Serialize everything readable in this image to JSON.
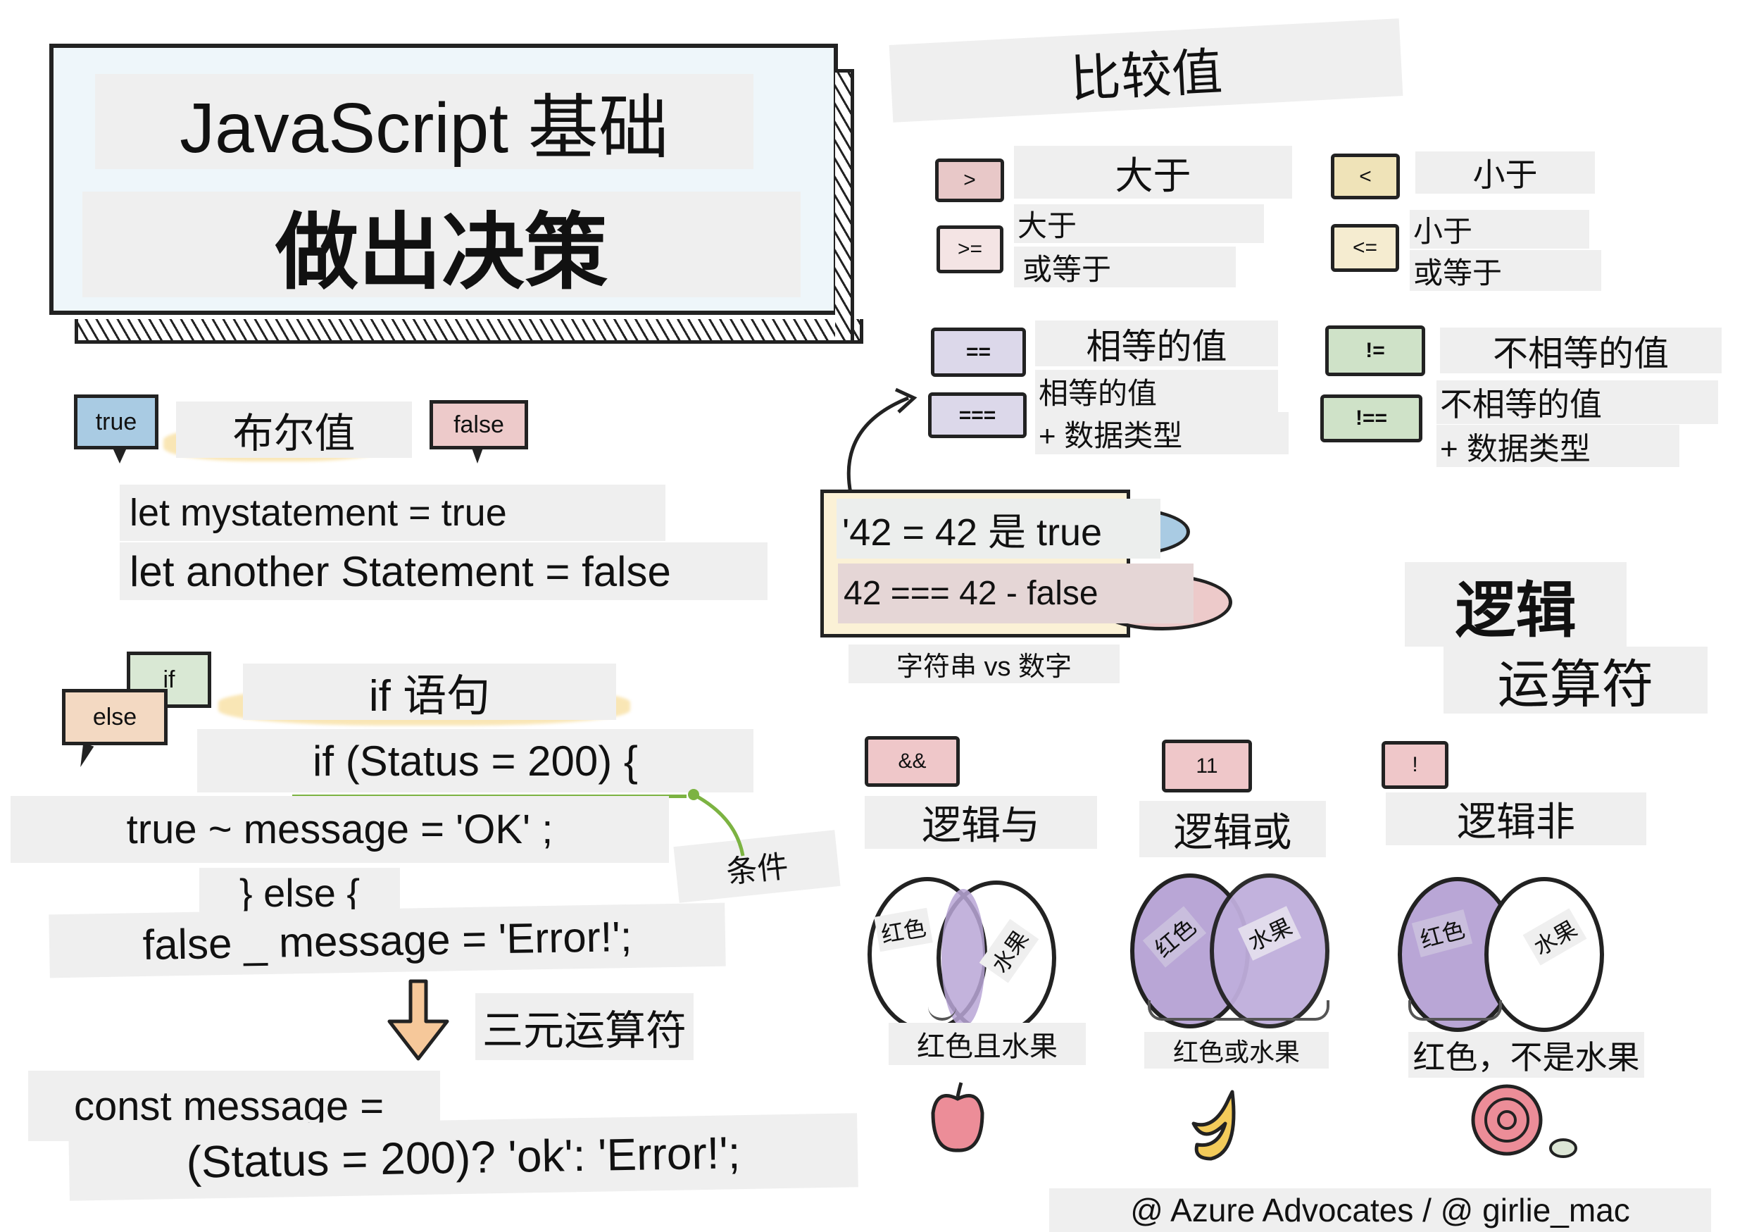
{
  "title": {
    "line1": "JavaScript 基础",
    "line2": "做出决策"
  },
  "booleans": {
    "heading": "布尔值",
    "true_bubble": "true",
    "false_bubble": "false",
    "code": [
      "let mystatement = true",
      "let another Statement = false"
    ]
  },
  "if_statement": {
    "heading": "if 语句",
    "if_bubble": "if",
    "else_bubble": "else",
    "code": [
      "if (Status = 200) {",
      "true ~ message = 'OK' ;",
      "} else {",
      "false _ message = 'Error!';"
    ],
    "condition_label": "条件"
  },
  "ternary": {
    "heading": "三元运算符",
    "code": [
      "const message =",
      "(Status = 200)? 'ok': 'Error!';"
    ]
  },
  "comparison": {
    "heading": "比较值",
    "operators": [
      {
        "symbol": ">",
        "label": "大于",
        "color": "#e8c8c8"
      },
      {
        "symbol": "<",
        "label": "小于",
        "color": "#efe3b8"
      },
      {
        "symbol": ">=",
        "label": "大于\n或等于",
        "label_a": "大于",
        "label_b": "或等于",
        "color": "#e8c8c8"
      },
      {
        "symbol": "<=",
        "label_a": "小于",
        "label_b": "或等于",
        "color": "#efe3b8"
      },
      {
        "symbol": "==",
        "label": "相等的值",
        "color": "#dcd8ea"
      },
      {
        "symbol": "!=",
        "label": "不相等的值",
        "color": "#cfe2c8"
      },
      {
        "symbol": "===",
        "label_a": "相等的值",
        "label_b": "+ 数据类型",
        "color": "#dcd8ea"
      },
      {
        "symbol": "!==",
        "label_a": "不相等的值",
        "label_b": "+ 数据类型",
        "color": "#cfe2c8"
      }
    ],
    "examples": [
      "'42 = 42 是 true",
      "42 === 42 - false"
    ],
    "examples_caption": "字符串 vs 数字"
  },
  "logic": {
    "heading_a": "逻辑",
    "heading_b": "运算符",
    "operators": [
      {
        "symbol": "&&",
        "label": "逻辑与",
        "set_a": "红色",
        "set_b": "水果",
        "result": "红色且水果",
        "example": "apple"
      },
      {
        "symbol": "11",
        "label": "逻辑或",
        "set_a": "红色",
        "set_b": "水果",
        "result": "红色或水果",
        "example": "banana"
      },
      {
        "symbol": "!",
        "label": "逻辑非",
        "set_a": "红色",
        "set_b": "水果",
        "result": "红色，不是水果",
        "example": "rose"
      }
    ]
  },
  "credit": "@ Azure Advocates / @ girlie_mac",
  "colors": {
    "label_bg": "#efefef",
    "venn_fill": "#b9a6d6",
    "pink": "#efc7c9",
    "yellow": "#f5d27a",
    "blue": "#a9cbe3",
    "green": "#cfe2c8"
  }
}
